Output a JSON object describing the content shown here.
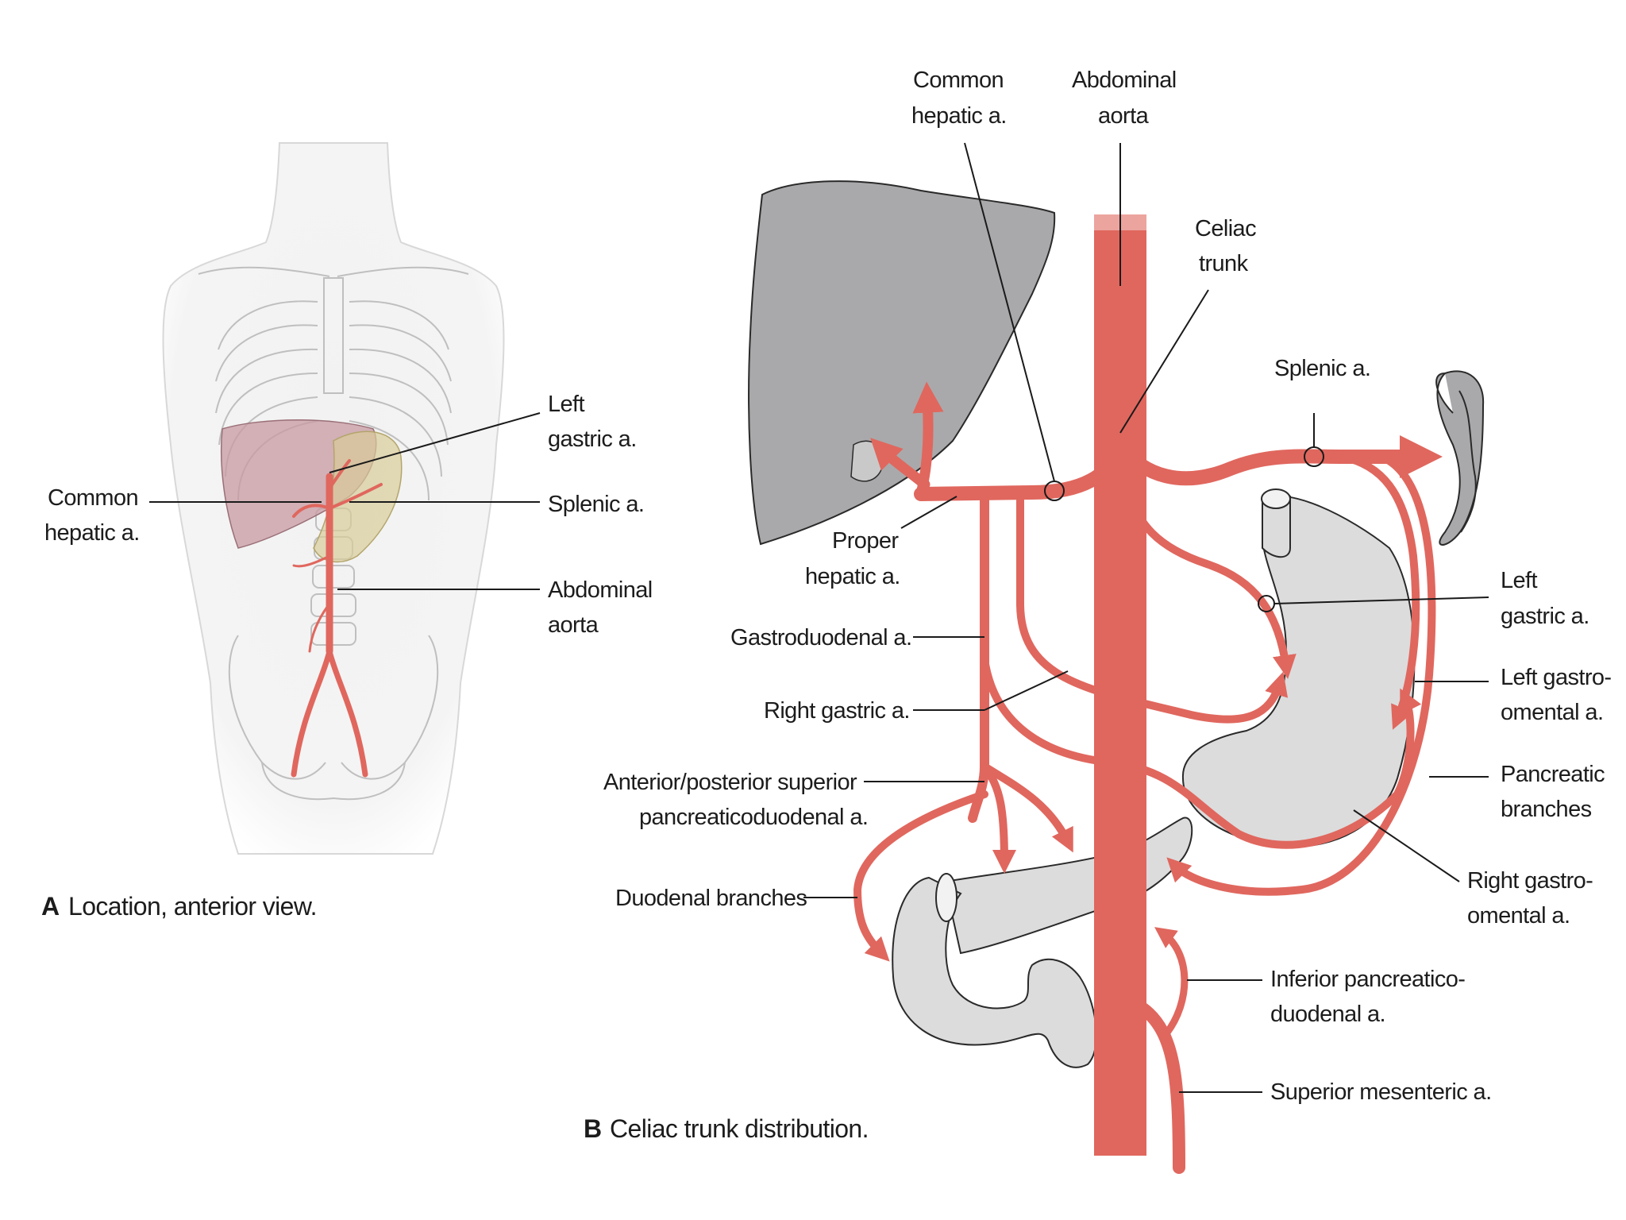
{
  "panel_a": {
    "caption_letter": "A",
    "caption_text": "Location, anterior view.",
    "labels": {
      "left_gastric": [
        "Left",
        "gastric a."
      ],
      "common_hepatic": [
        "Common",
        "hepatic a."
      ],
      "splenic": "Splenic a.",
      "abdominal_aorta": [
        "Abdominal",
        "aorta"
      ]
    }
  },
  "panel_b": {
    "caption_letter": "B",
    "caption_text": "Celiac trunk distribution.",
    "labels": {
      "common_hepatic": [
        "Common",
        "hepatic a."
      ],
      "abdominal_aorta": [
        "Abdominal",
        "aorta"
      ],
      "celiac_trunk": [
        "Celiac",
        "trunk"
      ],
      "splenic": "Splenic a.",
      "proper_hepatic": [
        "Proper",
        "hepatic a."
      ],
      "gastroduodenal": "Gastroduodenal a.",
      "right_gastric": "Right gastric a.",
      "sup_pancreaticoduodenal": [
        "Anterior/posterior superior",
        "pancreaticoduodenal a."
      ],
      "duodenal_branches": "Duodenal branches",
      "left_gastric": [
        "Left",
        "gastric a."
      ],
      "left_gastro_omental": [
        "Left gastro-",
        "omental a."
      ],
      "pancreatic_branches": [
        "Pancreatic",
        "branches"
      ],
      "right_gastro_omental": [
        "Right gastro-",
        "omental a."
      ],
      "inf_pancreaticoduodenal": [
        "Inferior pancreatico-",
        "duodenal a."
      ],
      "superior_mesenteric": "Superior mesenteric a."
    }
  },
  "colors": {
    "artery": "#e0675e",
    "organ_gray": "#a9a9ab",
    "stomach_gray": "#dcdcdc",
    "liver_tint_a": "#c79aa2",
    "line": "#1a1a1a"
  }
}
